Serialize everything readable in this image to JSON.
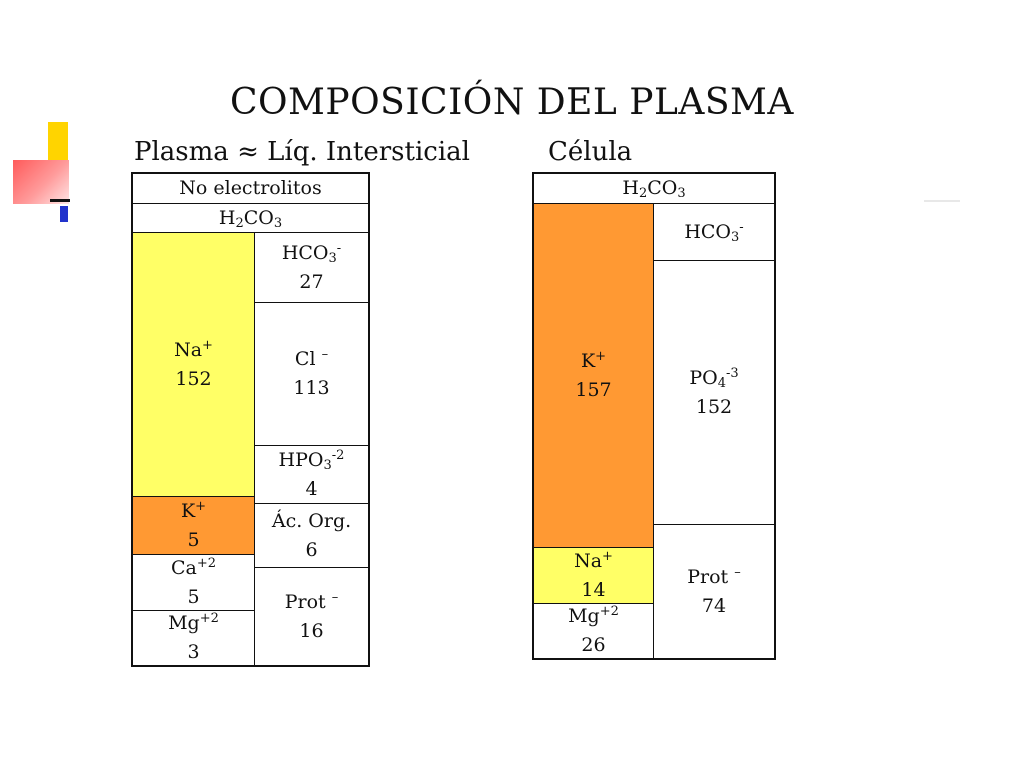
{
  "title": "COMPOSICIÓN DEL PLASMA",
  "plasma": {
    "subtitle": "Plasma ≈ Líq. Intersticial",
    "top_rows": [
      {
        "base": "No electrolitos"
      },
      {
        "pre": "H",
        "sub": "2",
        "post": "CO",
        "sub2": "3"
      }
    ],
    "cations": [
      {
        "symbol": "Na",
        "charge": "+",
        "value": "152",
        "color": "#ffff66"
      },
      {
        "symbol": "K",
        "charge": "+",
        "value": "5",
        "color": "#ff9933"
      },
      {
        "symbol": "Ca",
        "charge": "+2",
        "value": "5"
      },
      {
        "symbol": "Mg",
        "charge": "+2",
        "value": "3"
      }
    ],
    "anions": [
      {
        "pre": "HCO",
        "sub": "3",
        "charge": "-",
        "value": "27"
      },
      {
        "pre": "Cl",
        "charge": "–",
        "value": "113"
      },
      {
        "pre": "HPO",
        "sub": "3",
        "charge": "-2",
        "value": "4"
      },
      {
        "pre": "Ác. Org.",
        "value": "6"
      },
      {
        "pre": "Prot",
        "charge": "–",
        "value": "16"
      }
    ]
  },
  "cell": {
    "subtitle": "Célula",
    "top_rows": [
      {
        "pre": "H",
        "sub": "2",
        "post": "CO",
        "sub2": "3"
      }
    ],
    "cations": [
      {
        "symbol": "K",
        "charge": "+",
        "value": "157",
        "color": "#ff9933"
      },
      {
        "symbol": "Na",
        "charge": "+",
        "value": "14",
        "color": "#ffff66"
      },
      {
        "symbol": "Mg",
        "charge": "+2",
        "value": "26"
      }
    ],
    "anions": [
      {
        "pre": "HCO",
        "sub": "3",
        "charge": "-"
      },
      {
        "pre": "PO",
        "sub": "4",
        "charge": "-3",
        "value": "152"
      },
      {
        "pre": "Prot",
        "charge": "–",
        "value": "74"
      }
    ]
  }
}
